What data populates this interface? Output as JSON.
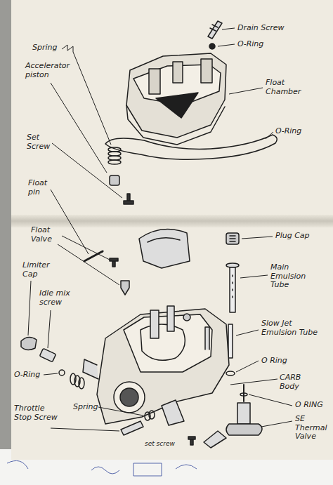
{
  "diagram": {
    "labels": [
      "Drain Screw",
      "O-Ring",
      "Float Chamber",
      "O-Ring",
      "Spring",
      "Accelerator piston",
      "Set Screw",
      "Float pin",
      "Float Valve",
      "Plug Cap",
      "Main Emulsion Tube",
      "Limiter Cap",
      "Idle mix screw",
      "Slow Jet Emulsion Tube",
      "O Ring",
      "CARB Body",
      "O-Ring",
      "Spring",
      "Throttle Stop Screw",
      "O RING",
      "SE Thermal Valve",
      "set screw"
    ]
  }
}
